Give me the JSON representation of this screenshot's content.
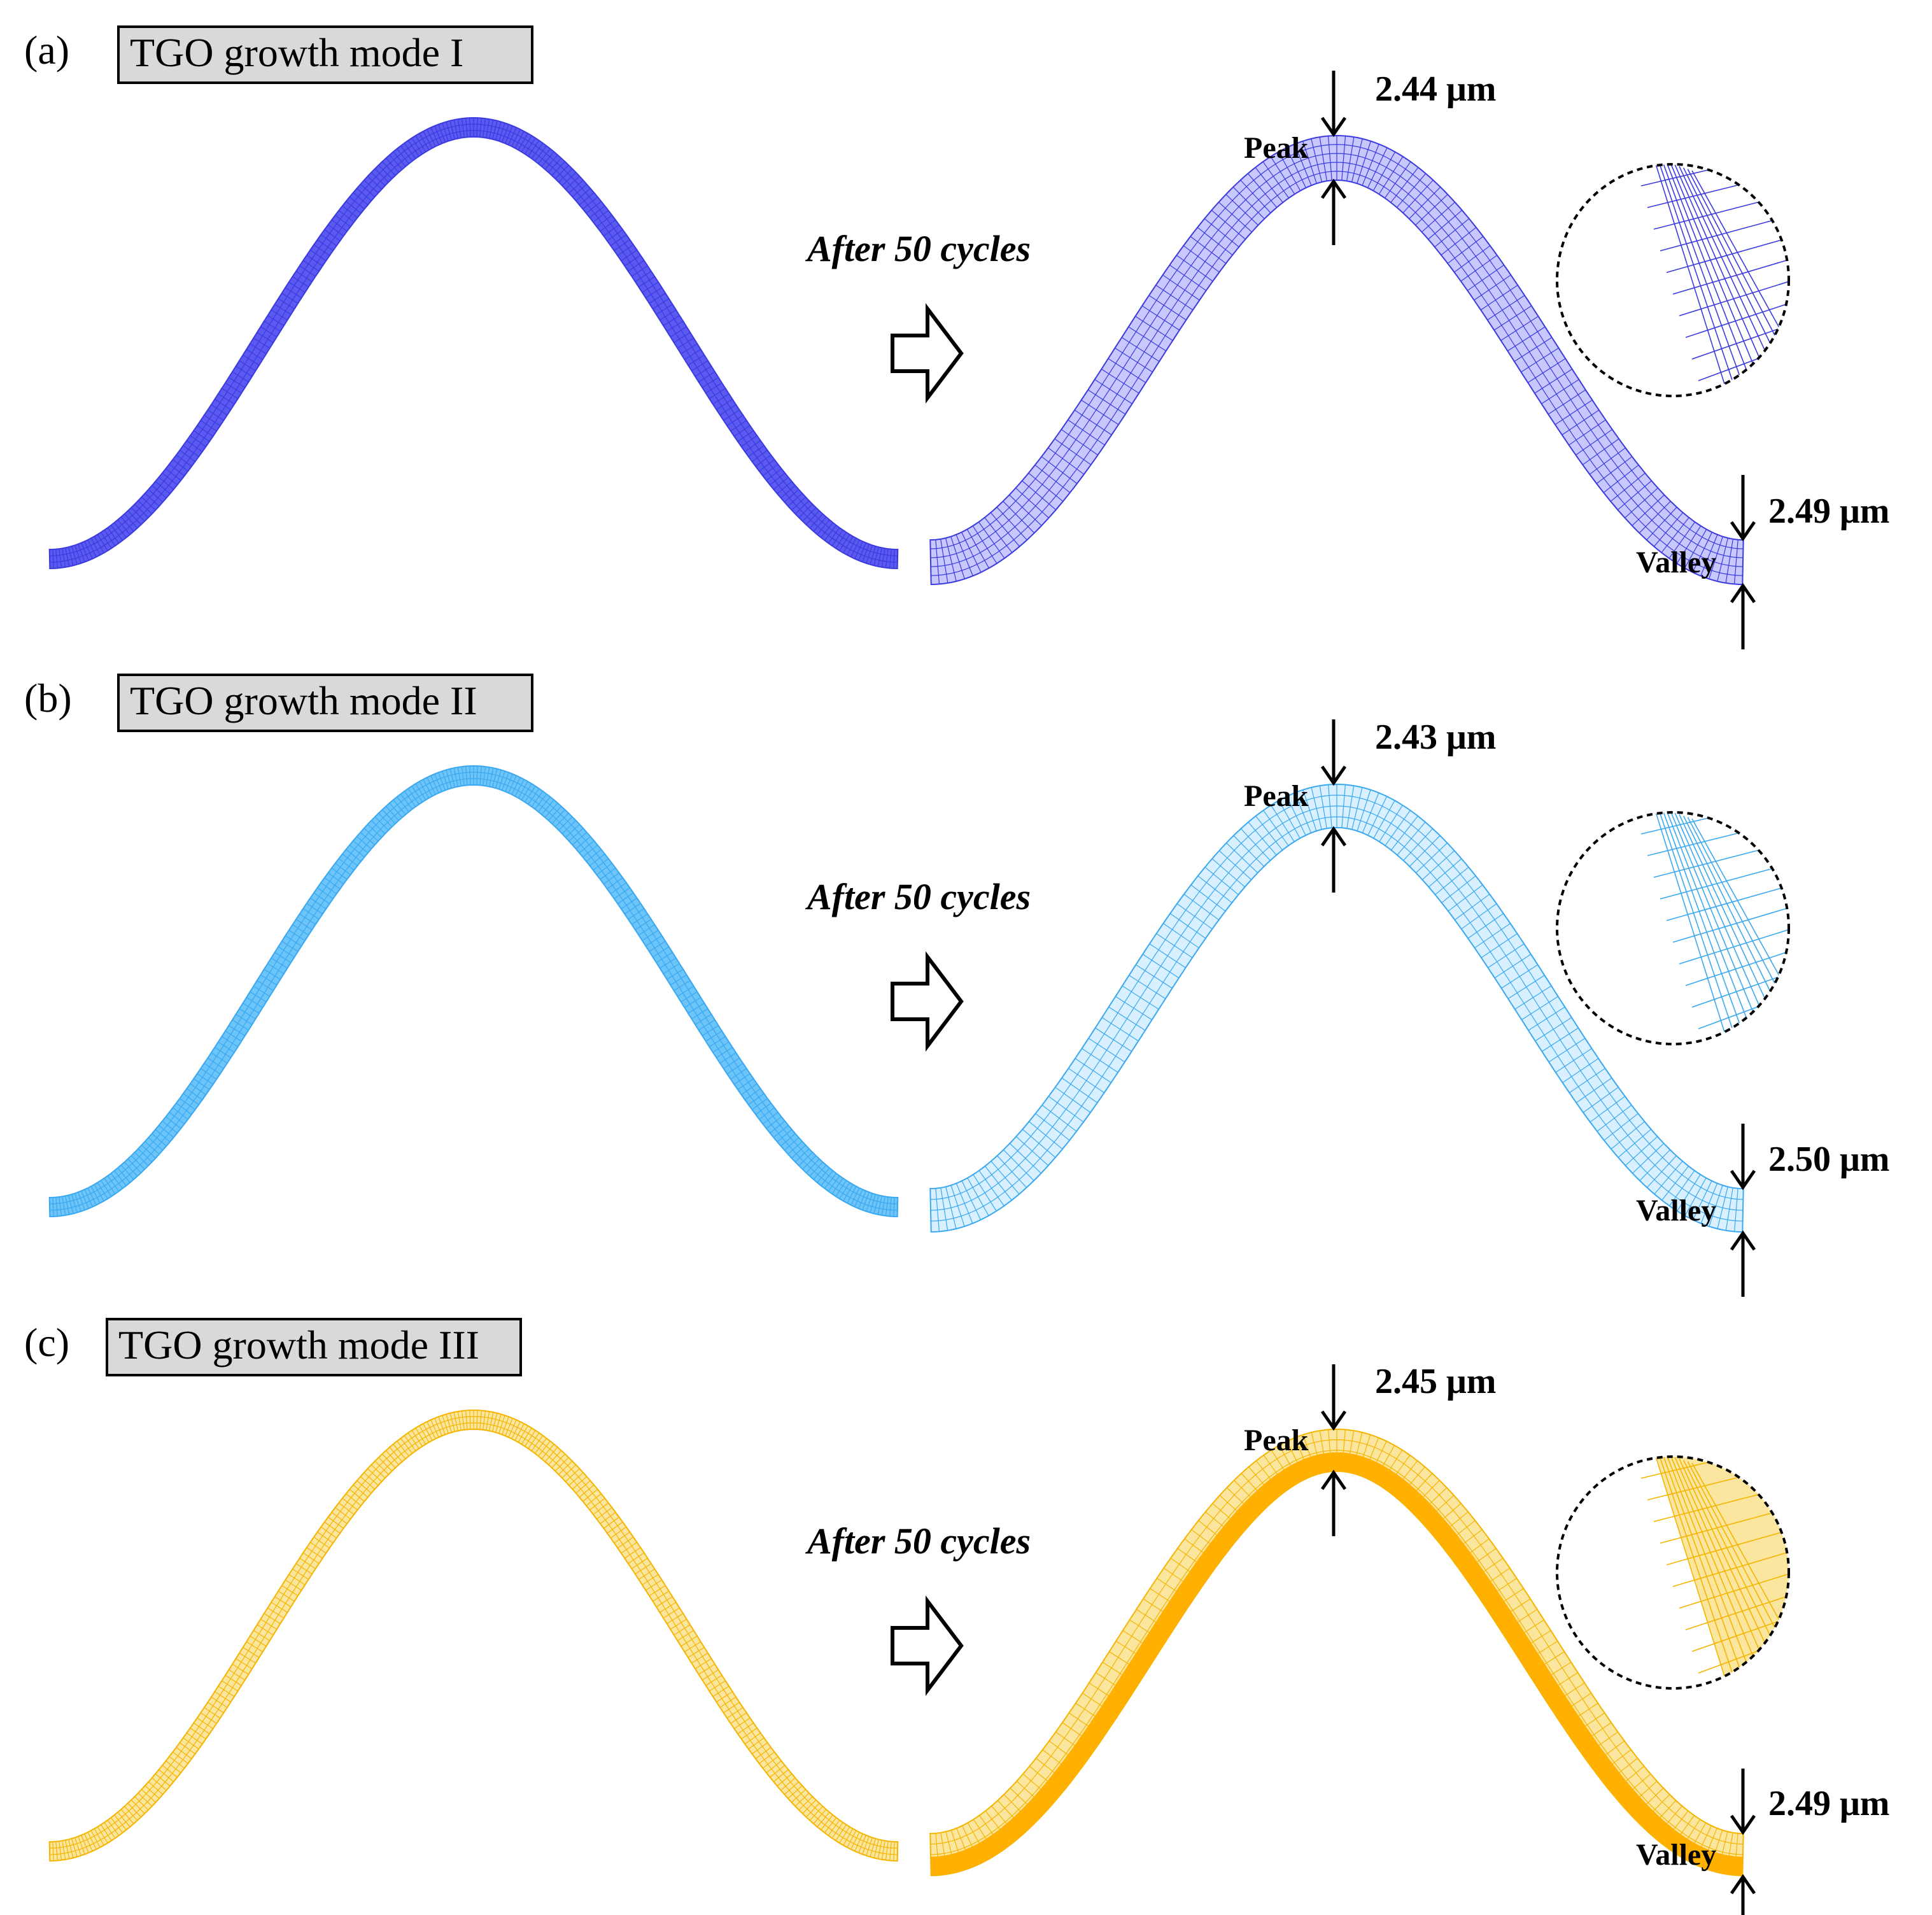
{
  "panels": [
    {
      "id": "a",
      "label": "(a)",
      "title": "TGO growth mode I",
      "after_text": "After 50 cycles",
      "peak_label": "Peak",
      "valley_label": "Valley",
      "peak_thickness": "2.44 μm",
      "valley_thickness": "2.49 μm",
      "colors": {
        "mesh": "#3a3ae0",
        "fill_before": "#5a5af0",
        "fill_after": "#c8c8ff"
      }
    },
    {
      "id": "b",
      "label": "(b)",
      "title": "TGO growth mode II",
      "after_text": "After 50 cycles",
      "peak_label": "Peak",
      "valley_label": "Valley",
      "peak_thickness": "2.43 μm",
      "valley_thickness": "2.50 μm",
      "colors": {
        "mesh": "#3aa8f0",
        "fill_before": "#6cc4f8",
        "fill_after": "#d8f0ff"
      }
    },
    {
      "id": "c",
      "label": "(c)",
      "title": "TGO growth mode III",
      "after_text": "After 50 cycles",
      "peak_label": "Peak",
      "valley_label": "Valley",
      "peak_thickness": "2.45 μm",
      "valley_thickness": "2.49 μm",
      "colors": {
        "mesh": "#f5b400",
        "fill_before": "#fbe6a0",
        "fill_after": "#fbe6a0",
        "solid": "#ffb000"
      }
    }
  ]
}
